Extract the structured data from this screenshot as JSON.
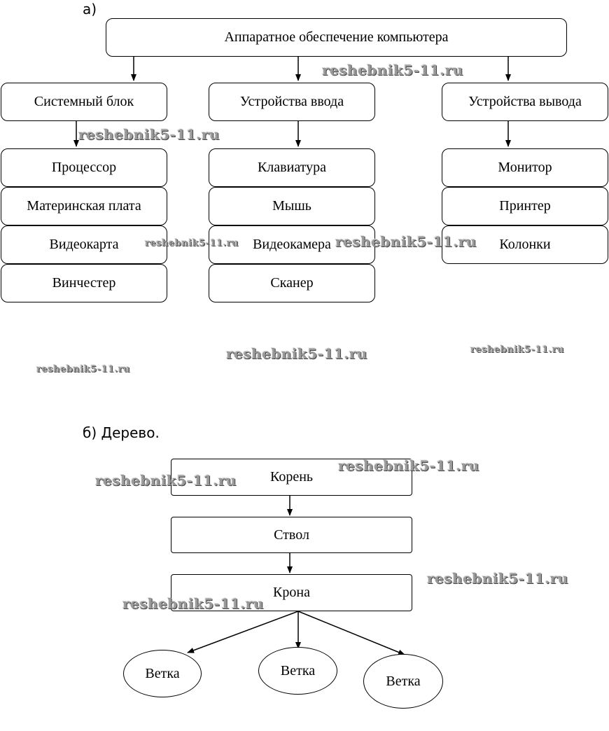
{
  "section_a": {
    "label": "а)",
    "root": "Аппаратное обеспечение компьютера",
    "categories": [
      {
        "title": "Системный блок",
        "items": [
          "Процессор",
          "Материнская плата",
          "Видеокарта",
          "Винчестер"
        ]
      },
      {
        "title": "Устройства ввода",
        "items": [
          "Клавиатура",
          "Мышь",
          "Видеокамера",
          "Сканер"
        ]
      },
      {
        "title": "Устройства вывода",
        "items": [
          "Монитор",
          "Принтер",
          "Колонки"
        ]
      }
    ]
  },
  "section_b": {
    "label": "б) Дерево.",
    "nodes": [
      "Корень",
      "Ствол",
      "Крона"
    ],
    "branches": [
      "Ветка",
      "Ветка",
      "Ветка"
    ]
  },
  "watermark": "reshebnik5-11.ru"
}
